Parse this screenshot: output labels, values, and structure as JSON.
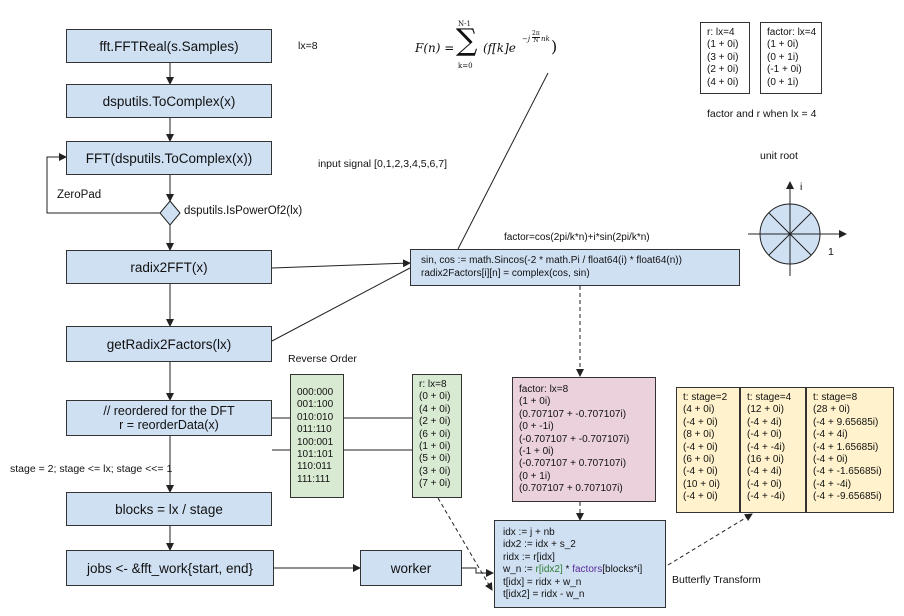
{
  "flow": {
    "fft_real": "fft.FFTReal(s.Samples)",
    "to_complex": "dsputils.ToComplex(x)",
    "fft": "FFT(dsputils.ToComplex(x))",
    "is_power_of2": "dsputils.IsPowerOf2(lx)",
    "zero_pad": "ZeroPad",
    "radix2fft": "radix2FFT(x)",
    "get_factors": "getRadix2Factors(lx)",
    "reorder": "// reordered for the DFT\nr = reorderData(x)",
    "stage_loop": "stage = 2; stage <= lx; stage <<= 1",
    "blocks": "blocks = lx / stage",
    "jobs": "jobs <- &fft_work{start, end}",
    "worker": "worker"
  },
  "labels": {
    "lx8": "lx=8",
    "input_signal": "input signal\n[0,1,2,3,4,5,6,7]",
    "factor_formula": "factor=cos(2pi/k*n)+i*sin(2pi/k*n)",
    "unit_root": "unit root",
    "axis_i": "i",
    "axis_1": "1",
    "reverse_order": "Reverse Order",
    "butterfly": "Butterfly Transform",
    "factor_and_r": "factor and r when lx = 4"
  },
  "formula": {
    "lhs": "F(n) =",
    "sum_top": "N-1",
    "sum_bottom": "k=0",
    "body": "(f[k]e",
    "exponent": "−j",
    "exp_tail": "nk",
    "frac_num": "2π",
    "frac_den": "N",
    "close": ")"
  },
  "sincos": "sin, cos := math.Sincos(-2 * math.Pi / float64(i) * float64(n))\nradix2Factors[i][n] = complex(cos, sin)",
  "tables": {
    "r4": "r: lx=4\n(1 + 0i)\n(3 + 0i)\n(2 + 0i)\n(4 + 0i)",
    "factor4": "factor: lx=4\n(1 + 0i)\n(0 + 1i)\n(-1 + 0i)\n(0 + 1i)",
    "binary": "000:000\n001:100\n010:010\n011:110\n100:001\n101:101\n110:011\n111:111",
    "r8": "r: lx=8\n(0 + 0i)\n(4 + 0i)\n(2 + 0i)\n(6 + 0i)\n(1 + 0i)\n(5 + 0i)\n(3 + 0i)\n(7 + 0i)",
    "factor8": "factor: lx=8\n(1 + 0i)\n(0.707107 + -0.707107i)\n(0 + -1i)\n(-0.707107 + -0.707107i)\n(-1 + 0i)\n(-0.707107 + 0.707107i)\n(0 + 1i)\n(0.707107 + 0.707107i)",
    "t2": "t: stage=2\n(4 + 0i)\n(-4 + 0i)\n(8 + 0i)\n(-4 + 0i)\n(6 + 0i)\n(-4 + 0i)\n(10 + 0i)\n(-4 + 0i)",
    "t4": "t: stage=4\n(12 + 0i)\n(-4 + 4i)\n(-4 + 0i)\n(-4 + -4i)\n(16 + 0i)\n(-4 + 4i)\n(-4 + 0i)\n(-4 + -4i)",
    "t8": "t: stage=8\n(28 + 0i)\n(-4 + 9.65685i)\n(-4 + 4i)\n(-4 + 1.65685i)\n(-4 + 0i)\n(-4 + -1.65685i)\n(-4 + -4i)\n(-4 + -9.65685i)"
  },
  "code": {
    "line1": "idx := j + nb",
    "line2": "idx2 := idx + s_2",
    "line3": "ridx := r[idx]",
    "wn_prefix": "w_n := ",
    "wn_r": "r[idx2]",
    "wn_star": " * ",
    "wn_factors": "factors",
    "wn_tail": "[blocks*i]",
    "line5": "t[idx] = ridx + w_n",
    "line6": "t[idx2] = ridx - w_n"
  },
  "colors": {
    "box_blue": "#cfe0f3",
    "green": "#d9ead3",
    "pink": "#ead1dc",
    "yellow": "#fff2cc",
    "code_green": "#2e7d32",
    "code_purple": "#5b2c9a"
  }
}
